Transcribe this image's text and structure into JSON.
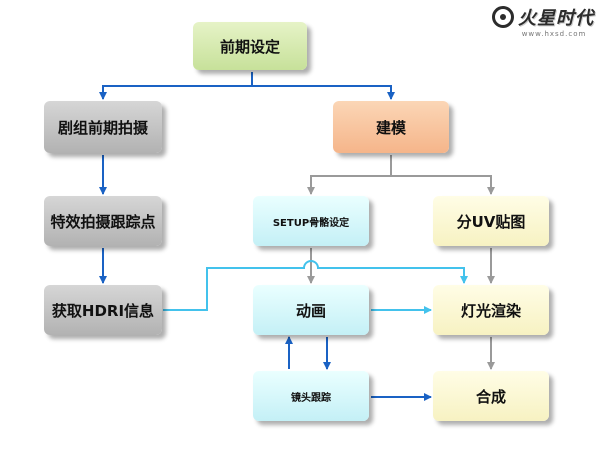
{
  "watermark": {
    "name": "火星时代",
    "url": "www.hxsd.com"
  },
  "nodes": {
    "setup": "前期设定",
    "pre_shoot": "剧组前期拍摄",
    "modeling": "建模",
    "fx_tracking": "特效拍摄跟踪点",
    "rigging": "SETUP骨骼设定",
    "uv": "分UV贴图",
    "hdri": "获取HDRI信息",
    "animation": "动画",
    "lighting": "灯光渲染",
    "camera_tracking": "镜头跟踪",
    "compositing": "合成"
  },
  "colors": {
    "blue_arrow": "#1a62c4",
    "gray_arrow": "#9a9a9a",
    "cyan_arrow": "#43c2ec",
    "green_node": "#c7e19a",
    "gray_node": "#b2b2b2",
    "orange_node": "#f5b58a",
    "cyan_node": "#c4f0f6",
    "yellow_node": "#f7f2c2"
  }
}
